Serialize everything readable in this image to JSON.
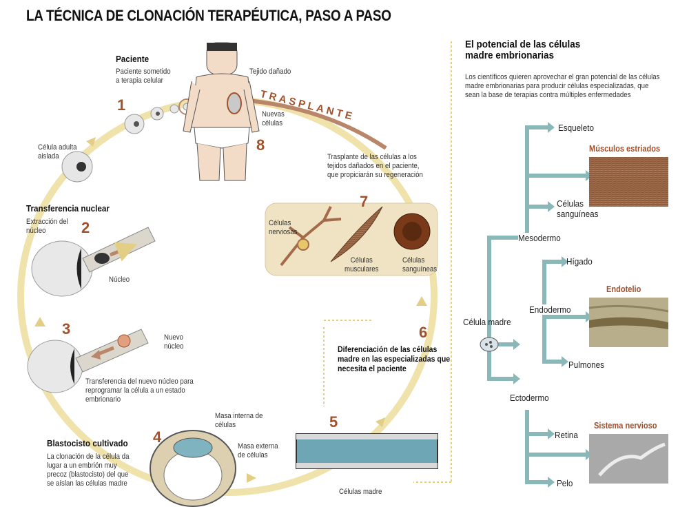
{
  "title": "LA TÉCNICA DE CLONACIÓN TERAPÉUTICA, PASO A PASO",
  "steps": {
    "s1": {
      "num": "1",
      "heading": "Paciente",
      "text": [
        "Paciente sometido",
        "a terapia celular"
      ]
    },
    "s1b": {
      "text": [
        "Célula adulta",
        "aislada"
      ]
    },
    "s2": {
      "num": "2",
      "heading": "Transferencia nuclear",
      "text": [
        "Extracción del",
        "núcleo"
      ],
      "label": "Núcleo"
    },
    "s3": {
      "num": "3",
      "label": [
        "Nuevo",
        "núcleo"
      ],
      "text": [
        "Transferencia del nuevo núcleo para",
        "reprogramar la célula a un estado",
        "embrionario"
      ]
    },
    "s4": {
      "num": "4",
      "heading": "Blastocisto cultivado",
      "text": [
        "La clonación de la célula da",
        "lugar a un embrión muy",
        "precoz (blastocisto) del que",
        "se aíslan las células madre"
      ],
      "inner": [
        "Masa interna de",
        "células"
      ],
      "outer": [
        "Masa externa",
        "de células"
      ]
    },
    "s5": {
      "num": "5",
      "label": "Células madre"
    },
    "s6": {
      "num": "6",
      "text": [
        "Diferenciación de las células",
        "madre en las especializadas que",
        "necesita el paciente"
      ]
    },
    "s7": {
      "num": "7",
      "nerv": [
        "Células",
        "nerviosas"
      ],
      "musc": [
        "Células",
        "musculares"
      ],
      "sang": [
        "Células",
        "sanguíneas"
      ]
    },
    "s8": {
      "num": "8",
      "damaged": "Tejido dañado",
      "new": [
        "Nuevas",
        "células"
      ],
      "trasplante": "TRASPLANTE",
      "text": [
        "Trasplante de las células a los",
        "tejidos dañados en el paciente,",
        "que propiciarán su regeneración"
      ]
    }
  },
  "right": {
    "title": [
      "El potencial de las células",
      "madre embrionarias"
    ],
    "desc": [
      "Los científicos quieren aprovechar el gran potencial de las células",
      "madre embrionarias para producir células especializadas, que",
      "sean la base de terapias contra múltiples enfermedades"
    ],
    "root": "Célula madre",
    "mesodermo": "Mesodermo",
    "endodermo": "Endodermo",
    "ectodermo": "Ectodermo",
    "esqueleto": "Esqueleto",
    "sanguineas": [
      "Células",
      "sanguíneas"
    ],
    "higado": "Hígado",
    "pulmones": "Pulmones",
    "retina": "Retina",
    "pelo": "Pelo",
    "musculos": "Músculos estriados",
    "endotelio": "Endotelio",
    "sistema": "Sistema nervioso"
  },
  "colors": {
    "arrow": "#e8d89a",
    "accent": "#a0522d",
    "tree": "#8ab8b8"
  }
}
